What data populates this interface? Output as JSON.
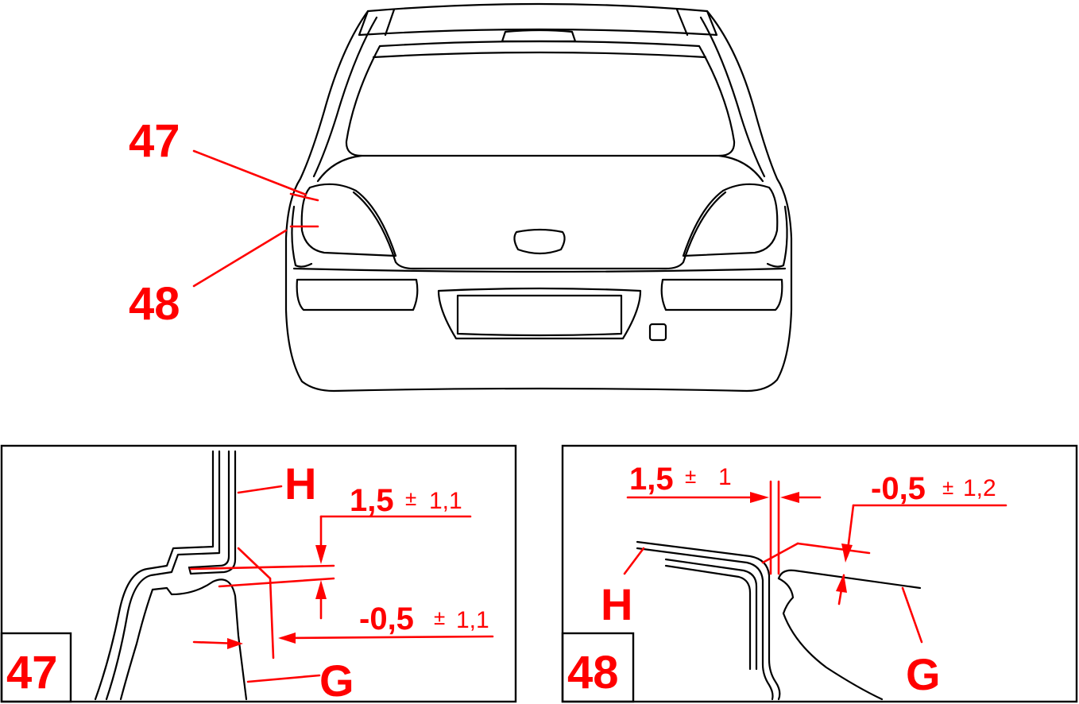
{
  "callouts": {
    "c47": "47",
    "c48": "48"
  },
  "detail_47": {
    "number": "47",
    "label_h": "H",
    "label_g": "G",
    "dim_top_value": "1,5",
    "dim_top_pm": "±",
    "dim_top_tol": "1,1",
    "dim_bottom_value": "-0,5",
    "dim_bottom_pm": "±",
    "dim_bottom_tol": "1,1"
  },
  "detail_48": {
    "number": "48",
    "label_h": "H",
    "label_g": "G",
    "dim_left_value": "1,5",
    "dim_left_pm": "±",
    "dim_left_tol": "1",
    "dim_right_value": "-0,5",
    "dim_right_pm": "±",
    "dim_right_tol": "1,2"
  },
  "colors": {
    "annotation": "#ff0000",
    "line_art": "#000000",
    "background": "#ffffff"
  }
}
